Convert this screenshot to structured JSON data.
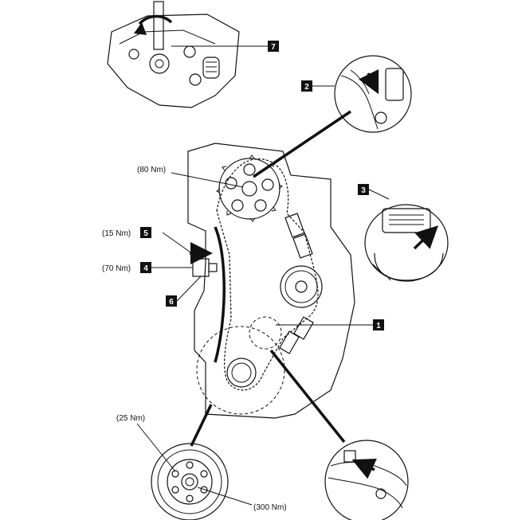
{
  "callouts": [
    {
      "id": "c1",
      "number": "1"
    },
    {
      "id": "c2",
      "number": "2"
    },
    {
      "id": "c3",
      "number": "3"
    },
    {
      "id": "c4",
      "number": "4"
    },
    {
      "id": "c5",
      "number": "5"
    },
    {
      "id": "c6",
      "number": "6"
    },
    {
      "id": "c7",
      "number": "7"
    }
  ],
  "torques": {
    "camshaft_sprocket": "(80 Nm)",
    "c5": "(15 Nm)",
    "c4": "(70 Nm)",
    "crank_pulley_bolts": "(25 Nm)",
    "crank_center_bolt": "(300 Nm)"
  }
}
